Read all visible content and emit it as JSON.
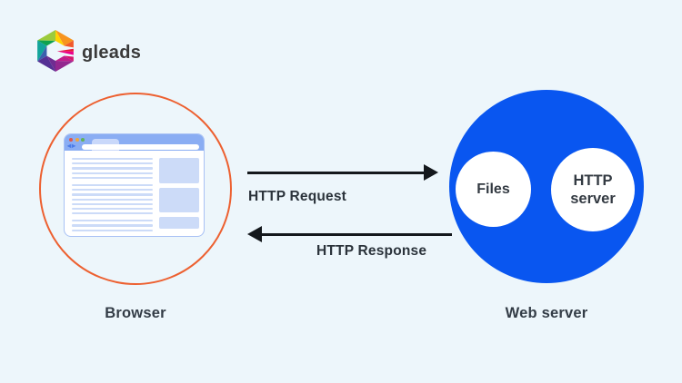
{
  "page": {
    "background_color": "#edf6fb"
  },
  "logo": {
    "brand": "gleads"
  },
  "browser_node": {
    "label": "Browser",
    "circle_color": "#ed6030"
  },
  "server_node": {
    "label": "Web server",
    "circle_color": "#0956f0",
    "inner_circles": [
      {
        "label": "Files"
      },
      {
        "label_line1": "HTTP",
        "label_line2": "server"
      }
    ]
  },
  "arrows": {
    "color": "#14181c",
    "request": {
      "label": "HTTP Request",
      "direction": "browser-to-server"
    },
    "response": {
      "label": "HTTP Response",
      "direction": "server-to-browser"
    }
  }
}
